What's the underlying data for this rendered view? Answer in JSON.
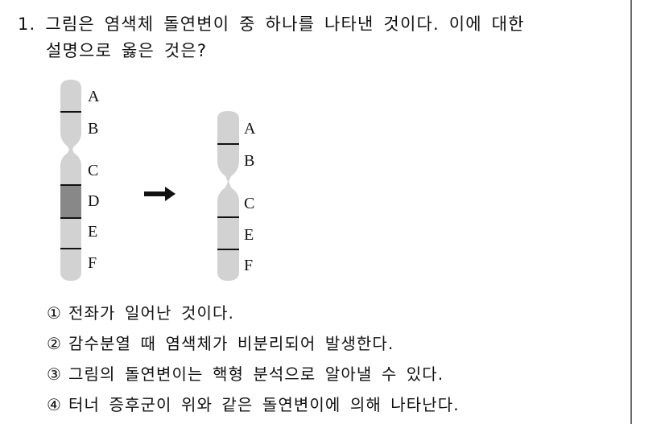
{
  "question": {
    "number": "1.",
    "line1": "그림은 염색체 돌연변이 중 하나를 나타낸 것이다. 이에 대한",
    "line2": "설명으로 옳은 것은?"
  },
  "figure": {
    "before": {
      "labels": [
        "A",
        "B",
        "C",
        "D",
        "E",
        "F"
      ]
    },
    "after": {
      "labels": [
        "A",
        "B",
        "C",
        "E",
        "F"
      ]
    },
    "arrow": "right-arrow",
    "colors": {
      "chromosome_fill": "#d2d2d2",
      "deleted_band": "#888888",
      "band_line": "#111111"
    }
  },
  "options": [
    {
      "num": "①",
      "text": "전좌가 일어난 것이다."
    },
    {
      "num": "②",
      "text": "감수분열 때 염색체가 비분리되어 발생한다."
    },
    {
      "num": "③",
      "text": "그림의 돌연변이는 핵형 분석으로 알아낼 수 있다."
    },
    {
      "num": "④",
      "text": "터너 증후군이 위와 같은 돌연변이에 의해 나타난다."
    }
  ]
}
